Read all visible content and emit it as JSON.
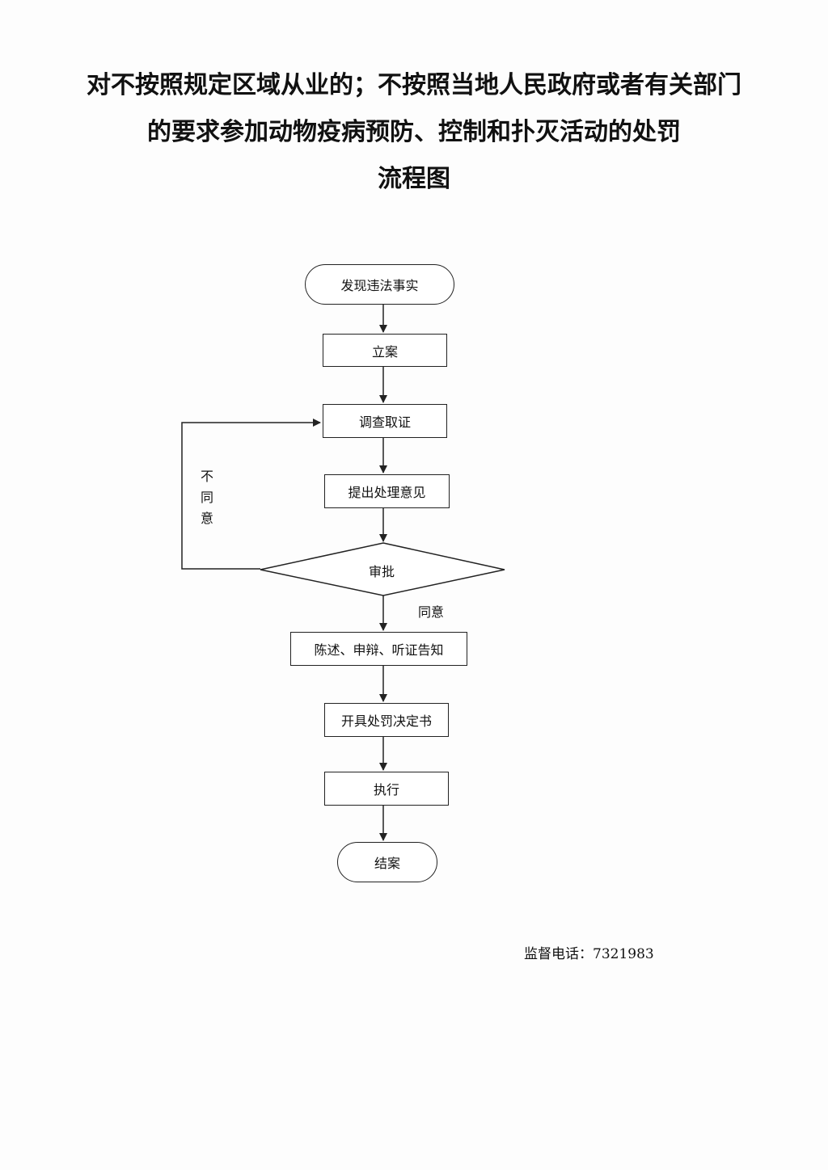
{
  "title": {
    "line1": "对不按照规定区域从业的；不按照当地人民政府或者有关部门",
    "line2": "的要求参加动物疫病预防、控制和扑灭活动的处罚",
    "line3": "流程图"
  },
  "flowchart": {
    "nodes": [
      {
        "id": "start",
        "label": "发现违法事实",
        "shape": "terminal"
      },
      {
        "id": "register",
        "label": "立案",
        "shape": "process"
      },
      {
        "id": "investigate",
        "label": "调查取证",
        "shape": "process"
      },
      {
        "id": "propose",
        "label": "提出处理意见",
        "shape": "process"
      },
      {
        "id": "approve",
        "label": "审批",
        "shape": "decision"
      },
      {
        "id": "notify",
        "label": "陈述、申辩、听证告知",
        "shape": "process"
      },
      {
        "id": "decision_doc",
        "label": "开具处罚决定书",
        "shape": "process"
      },
      {
        "id": "execute",
        "label": "执行",
        "shape": "process"
      },
      {
        "id": "end",
        "label": "结案",
        "shape": "terminal"
      }
    ],
    "edges": [
      {
        "from": "start",
        "to": "register",
        "label": ""
      },
      {
        "from": "register",
        "to": "investigate",
        "label": ""
      },
      {
        "from": "investigate",
        "to": "propose",
        "label": ""
      },
      {
        "from": "propose",
        "to": "approve",
        "label": ""
      },
      {
        "from": "approve",
        "to": "investigate",
        "label": "不同意"
      },
      {
        "from": "approve",
        "to": "notify",
        "label": "同意"
      },
      {
        "from": "notify",
        "to": "decision_doc",
        "label": ""
      },
      {
        "from": "decision_doc",
        "to": "execute",
        "label": ""
      },
      {
        "from": "execute",
        "to": "end",
        "label": ""
      }
    ],
    "disagree_label": "不同意",
    "agree_label": "同意"
  },
  "footer": {
    "phone_text": "监督电话：7321983"
  }
}
